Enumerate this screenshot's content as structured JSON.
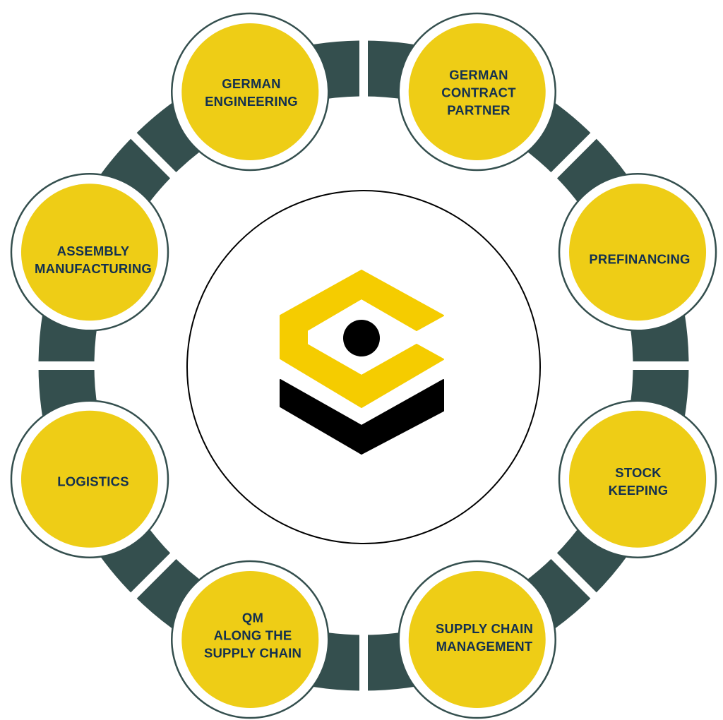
{
  "colors": {
    "ring": "#344F4E",
    "node_fill": "#EECD16",
    "node_border": "#344F4E",
    "text": "#13304F",
    "logo_yellow": "#F5CC00",
    "logo_black": "#000000"
  },
  "logo": {
    "icon": "company-hexagon-eye-logo-icon"
  },
  "nodes": [
    {
      "lines": [
        "GERMAN",
        "ENGINEERING"
      ]
    },
    {
      "lines": [
        "GERMAN",
        "CONTRACT",
        "PARTNER"
      ]
    },
    {
      "lines": [
        "PREFINANCING"
      ]
    },
    {
      "lines": [
        "STOCK",
        "KEEPING"
      ]
    },
    {
      "lines": [
        "SUPPLY CHAIN",
        "MANAGEMENT"
      ]
    },
    {
      "lines": [
        "QM",
        "ALONG THE",
        "SUPPLY CHAIN"
      ]
    },
    {
      "lines": [
        "LOGISTICS"
      ]
    },
    {
      "lines": [
        "ASSEMBLY",
        "MANUFACTURING"
      ]
    }
  ]
}
